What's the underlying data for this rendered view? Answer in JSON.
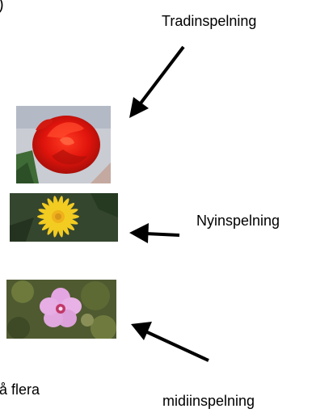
{
  "labels": {
    "top_right": "Tradinspelning",
    "middle_right": "Nyinspelning",
    "bottom_right": "midiinspelning",
    "bottom_left_fragment": "å flera"
  },
  "corner_fragment": ")",
  "colors": {
    "arrow": "#000000",
    "red_flower": "#e0140c",
    "yellow_flower": "#f3cc22",
    "pink_flower": "#e4a6e2"
  }
}
